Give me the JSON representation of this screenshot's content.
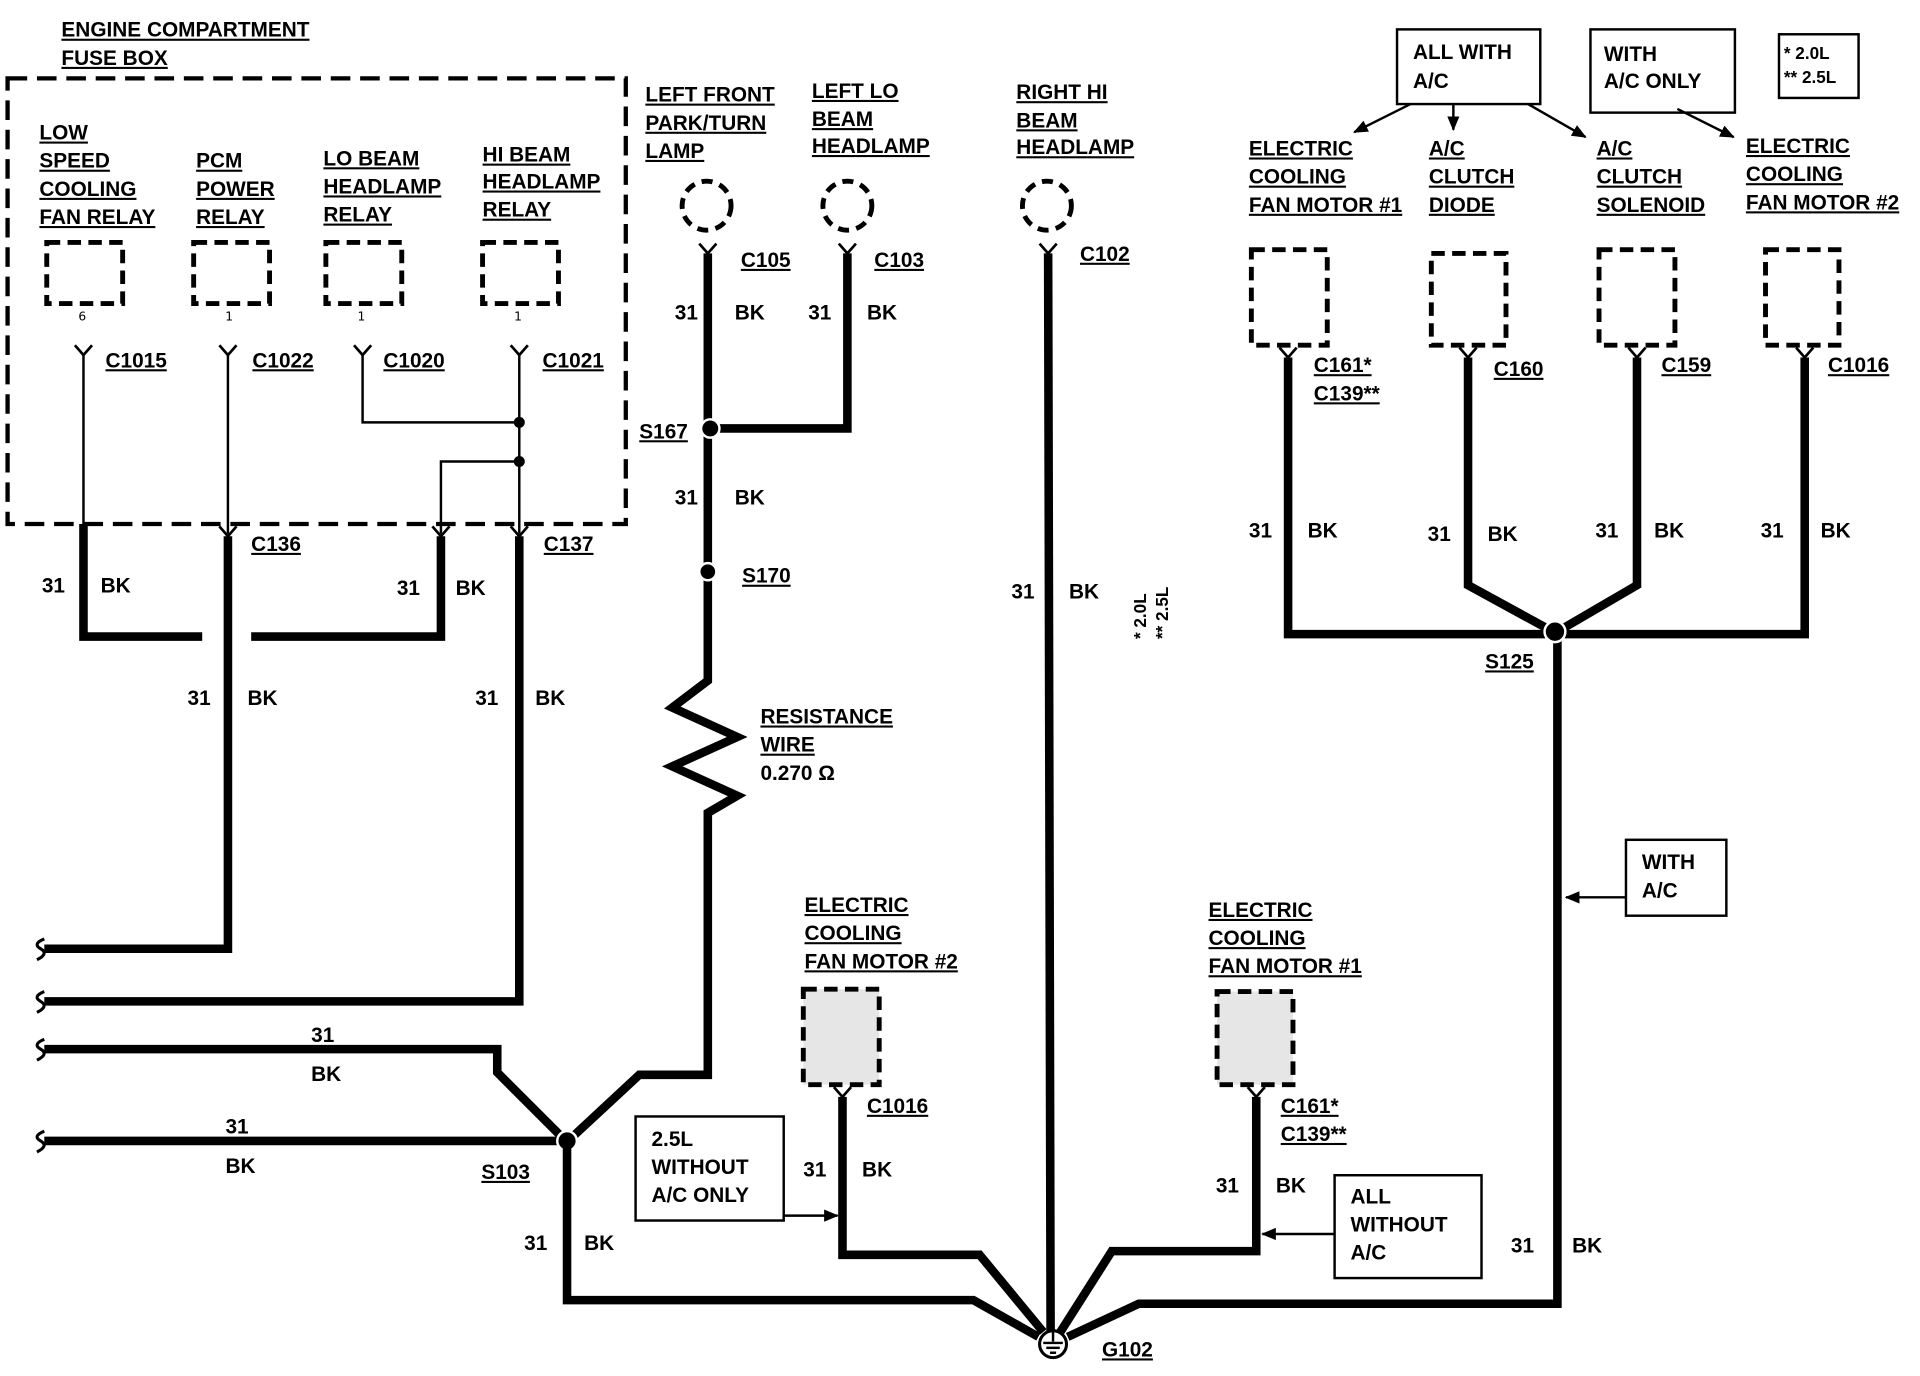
{
  "fuse_box": {
    "title": [
      "ENGINE COMPARTMENT",
      "FUSE BOX"
    ],
    "relays": [
      {
        "label": [
          "LOW",
          "SPEED",
          "COOLING",
          "FAN RELAY"
        ],
        "pin": "6",
        "connector": "C1015"
      },
      {
        "label": [
          "PCM",
          "POWER",
          "RELAY"
        ],
        "pin": "1",
        "connector": "C1022"
      },
      {
        "label": [
          "LO BEAM",
          "HEADLAMP",
          "RELAY"
        ],
        "pin": "1",
        "connector": "C1020"
      },
      {
        "label": [
          "HI BEAM",
          "HEADLAMP",
          "RELAY"
        ],
        "pin": "1",
        "connector": "C1021"
      }
    ],
    "harness_connectors": [
      "C136",
      "C137"
    ]
  },
  "lamps": [
    {
      "label": [
        "LEFT FRONT",
        "PARK/TURN",
        "LAMP"
      ],
      "connector": "C105"
    },
    {
      "label": [
        "LEFT LO",
        "BEAM",
        "HEADLAMP"
      ],
      "connector": "C103"
    },
    {
      "label": [
        "RIGHT HI",
        "BEAM",
        "HEADLAMP"
      ],
      "connector": "C102"
    }
  ],
  "splices": [
    "S167",
    "S170",
    "S103",
    "S125"
  ],
  "ground": "G102",
  "resistance_wire": {
    "label": [
      "RESISTANCE",
      "WIRE"
    ],
    "value": "0.270 Ω"
  },
  "vertical_engine_note": [
    "* 2.0L",
    "** 2.5L"
  ],
  "lower_fan_motors": [
    {
      "label": [
        "ELECTRIC",
        "COOLING",
        "FAN MOTOR #2"
      ],
      "connectors": [
        "C1016"
      ],
      "condition": [
        "2.5L",
        "WITHOUT",
        "A/C ONLY"
      ]
    },
    {
      "label": [
        "ELECTRIC",
        "COOLING",
        "FAN MOTOR #1"
      ],
      "connectors": [
        "C161*",
        "C139**"
      ],
      "condition": [
        "ALL",
        "WITHOUT",
        "A/C"
      ]
    }
  ],
  "ac_section": {
    "condition_all": [
      "ALL WITH",
      "A/C"
    ],
    "condition_only": [
      "WITH",
      "A/C ONLY"
    ],
    "engine_key": [
      "* 2.0L",
      "** 2.5L"
    ],
    "components": [
      {
        "label": [
          "ELECTRIC",
          "COOLING",
          "FAN MOTOR #1"
        ],
        "connectors": [
          "C161*",
          "C139**"
        ]
      },
      {
        "label": [
          "A/C",
          "CLUTCH",
          "DIODE"
        ],
        "connectors": [
          "C160"
        ]
      },
      {
        "label": [
          "A/C",
          "CLUTCH",
          "SOLENOID"
        ],
        "connectors": [
          "C159"
        ]
      },
      {
        "label": [
          "ELECTRIC",
          "COOLING",
          "FAN MOTOR #2"
        ],
        "connectors": [
          "C1016"
        ]
      }
    ],
    "feed_condition": [
      "WITH",
      "A/C"
    ]
  },
  "wires": [
    {
      "circuit": "31",
      "color": "BK"
    },
    {
      "circuit": "31",
      "color": "BK"
    },
    {
      "circuit": "31",
      "color": "BK"
    },
    {
      "circuit": "31",
      "color": "BK"
    },
    {
      "circuit": "31",
      "color": "BK"
    },
    {
      "circuit": "31",
      "color": "BK"
    },
    {
      "circuit": "31",
      "color": "BK"
    },
    {
      "circuit": "31",
      "color": "BK"
    },
    {
      "circuit": "31",
      "color": "BK"
    },
    {
      "circuit": "31",
      "color": "BK"
    },
    {
      "circuit": "31",
      "color": "BK"
    },
    {
      "circuit": "31",
      "color": "BK"
    },
    {
      "circuit": "31",
      "color": "BK"
    },
    {
      "circuit": "31",
      "color": "BK"
    },
    {
      "circuit": "31",
      "color": "BK"
    },
    {
      "circuit": "31",
      "color": "BK"
    },
    {
      "circuit": "31",
      "color": "BK"
    },
    {
      "circuit": "31",
      "color": "BK"
    }
  ]
}
